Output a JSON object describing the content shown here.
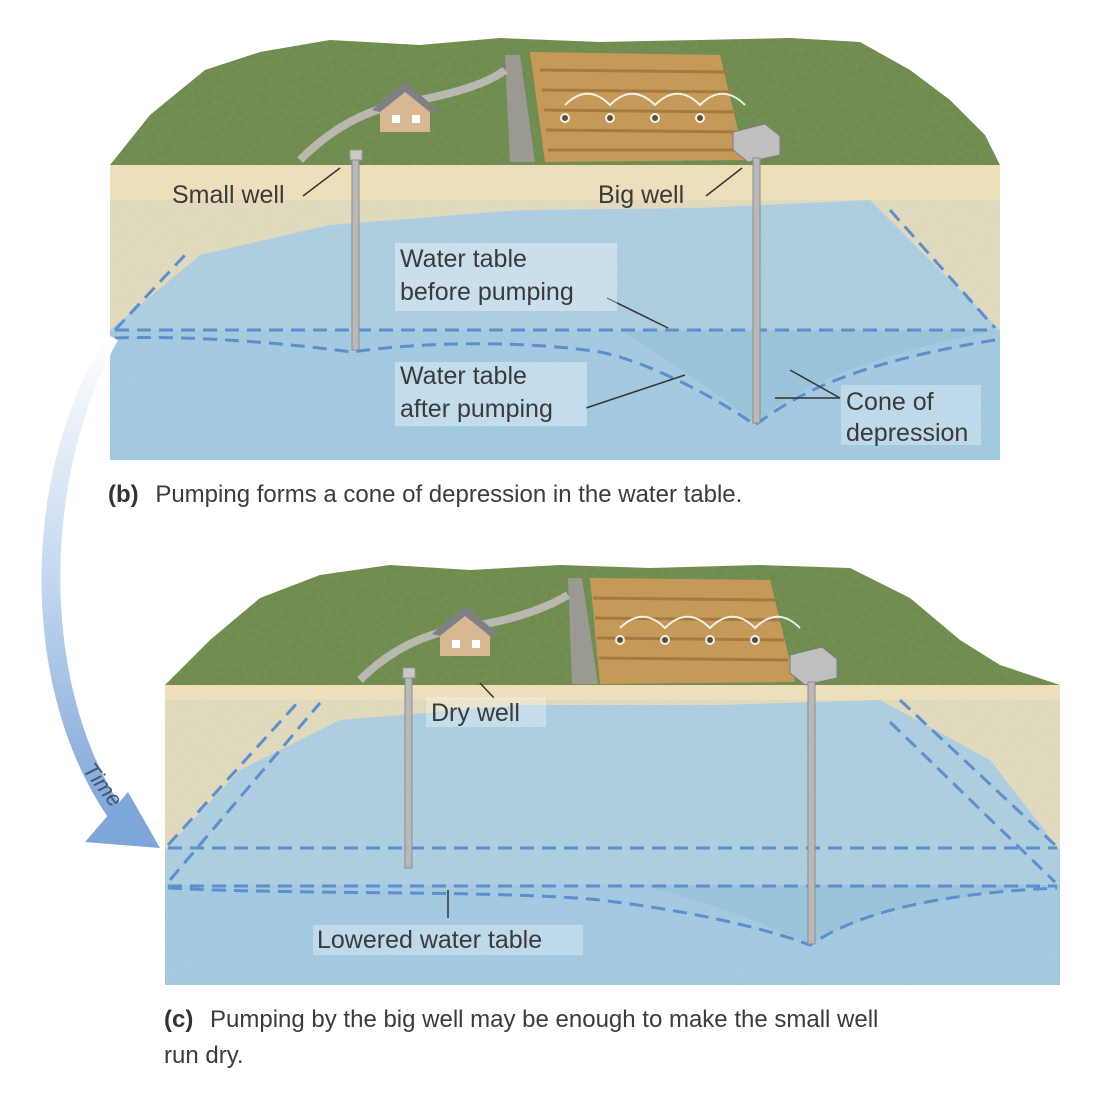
{
  "panel_b": {
    "labels": {
      "small_well": "Small well",
      "big_well": "Big well",
      "water_table_before_1": "Water table",
      "water_table_before_2": "before pumping",
      "water_table_after_1": "Water table",
      "water_table_after_2": "after pumping",
      "cone_1": "Cone of",
      "cone_2": "depression"
    },
    "caption_tag": "(b)",
    "caption_text": "Pumping forms a cone of depression in the water table."
  },
  "panel_c": {
    "labels": {
      "dry_well": "Dry well",
      "lowered_water_table": "Lowered water table"
    },
    "caption_tag": "(c)",
    "caption_line1": "Pumping by the big well may be enough to make the small well",
    "caption_line2": "run dry."
  },
  "time_label": "Time",
  "colors": {
    "soil": "#ecdfb9",
    "water": "#a9cfe0",
    "dashed_line": "#5d8fcc",
    "leader": "#333333",
    "arrow": "#8fb3de"
  },
  "icons": [
    "house-icon",
    "irrigation-sprinkler-icon",
    "well-pump-icon",
    "time-arrow-icon"
  ]
}
